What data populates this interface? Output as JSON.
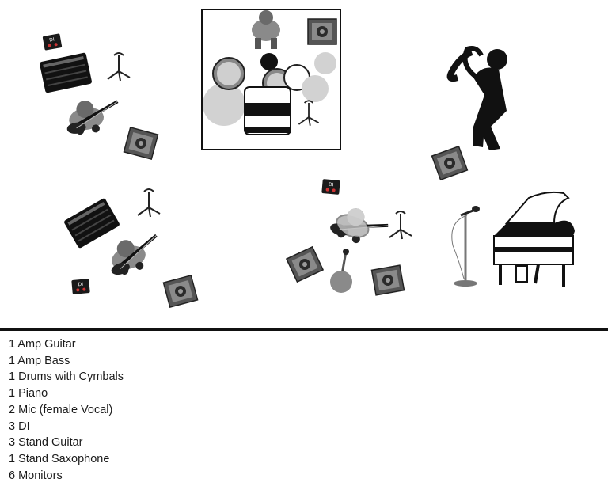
{
  "stage_plot": {
    "icons": [
      "amp-icon",
      "di-box-icon",
      "guitar-stand-icon",
      "guitarist-icon",
      "monitor-icon",
      "drum-kit-icon",
      "drummer-icon",
      "saxophonist-icon",
      "bassist-icon",
      "singer-icon",
      "mic-stand-icon",
      "grand-piano-icon"
    ],
    "colors": {
      "ink": "#111111",
      "mid_gray": "#777777",
      "light_gray": "#cfcfcf",
      "rule": "#111111"
    }
  },
  "equipment_list": [
    "1 Amp Guitar",
    "1 Amp Bass",
    "1 Drums with Cymbals",
    "1 Piano",
    "2 Mic (female Vocal)",
    "3 DI",
    "3 Stand Guitar",
    "1 Stand Saxophone",
    "6 Monitors"
  ]
}
